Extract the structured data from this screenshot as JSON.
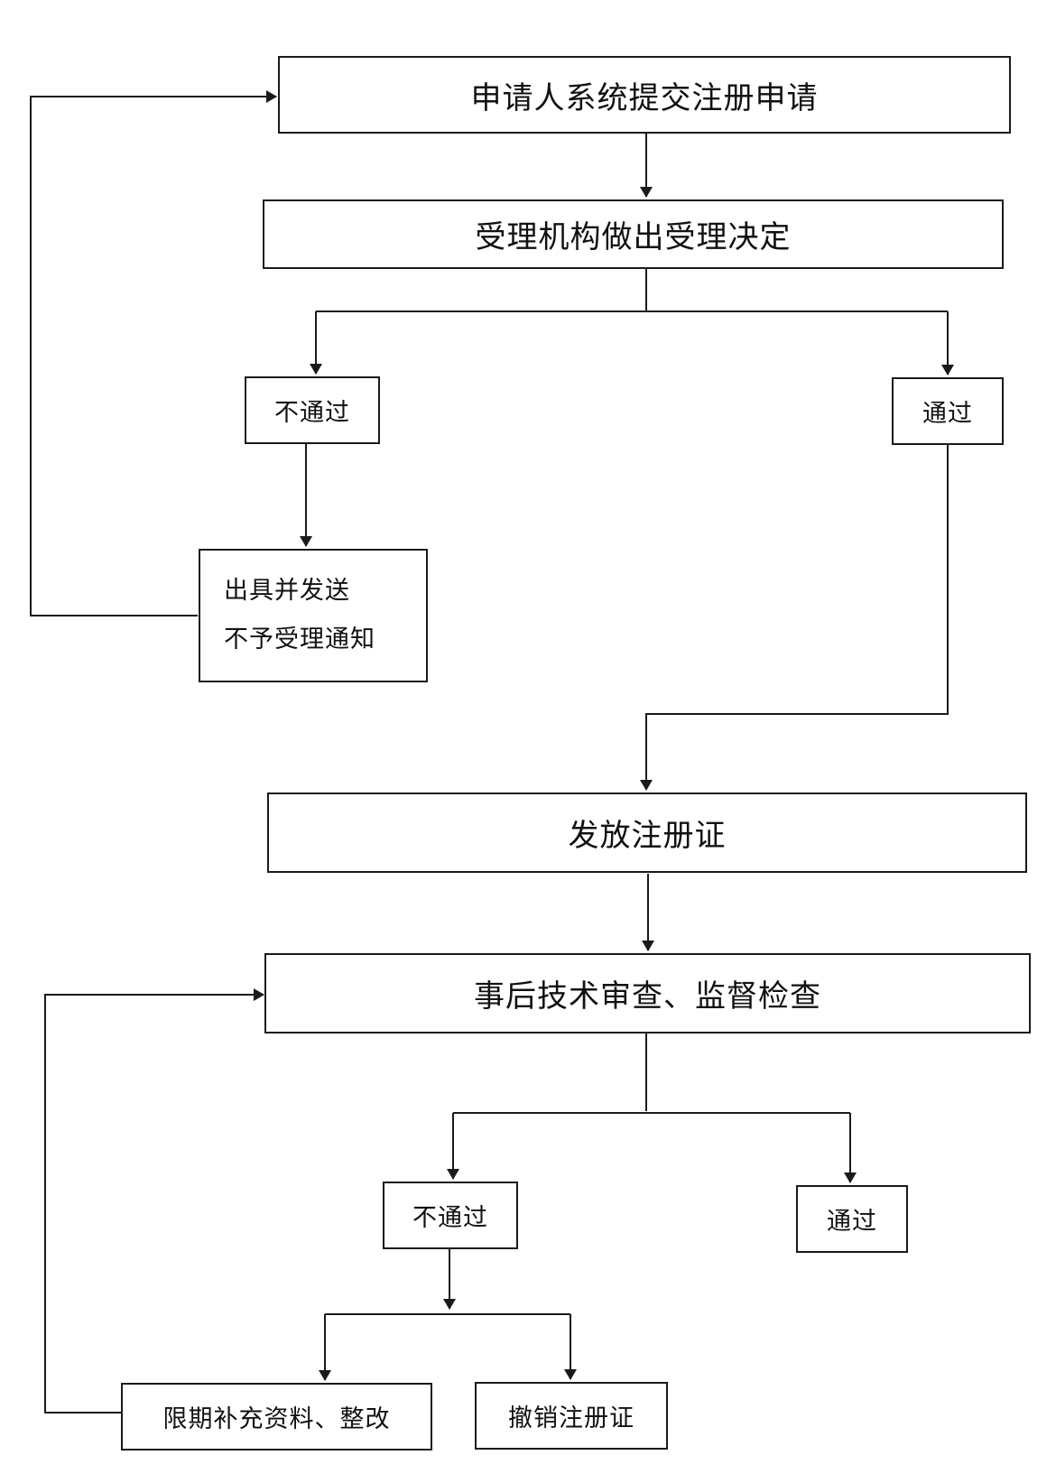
{
  "diagram": {
    "nodes": {
      "submit": "申请人系统提交注册申请",
      "accept": "受理机构做出受理决定",
      "reject1": "不通过",
      "pass1": "通过",
      "notice_line1": "出具并发送",
      "notice_line2": "不予受理通知",
      "issue": "发放注册证",
      "review": "事后技术审查、监督检查",
      "reject2": "不通过",
      "pass2": "通过",
      "rectify": "限期补充资料、整改",
      "revoke": "撤销注册证"
    },
    "colors": {
      "line": "#1a1a1a",
      "background": "#ffffff"
    }
  }
}
